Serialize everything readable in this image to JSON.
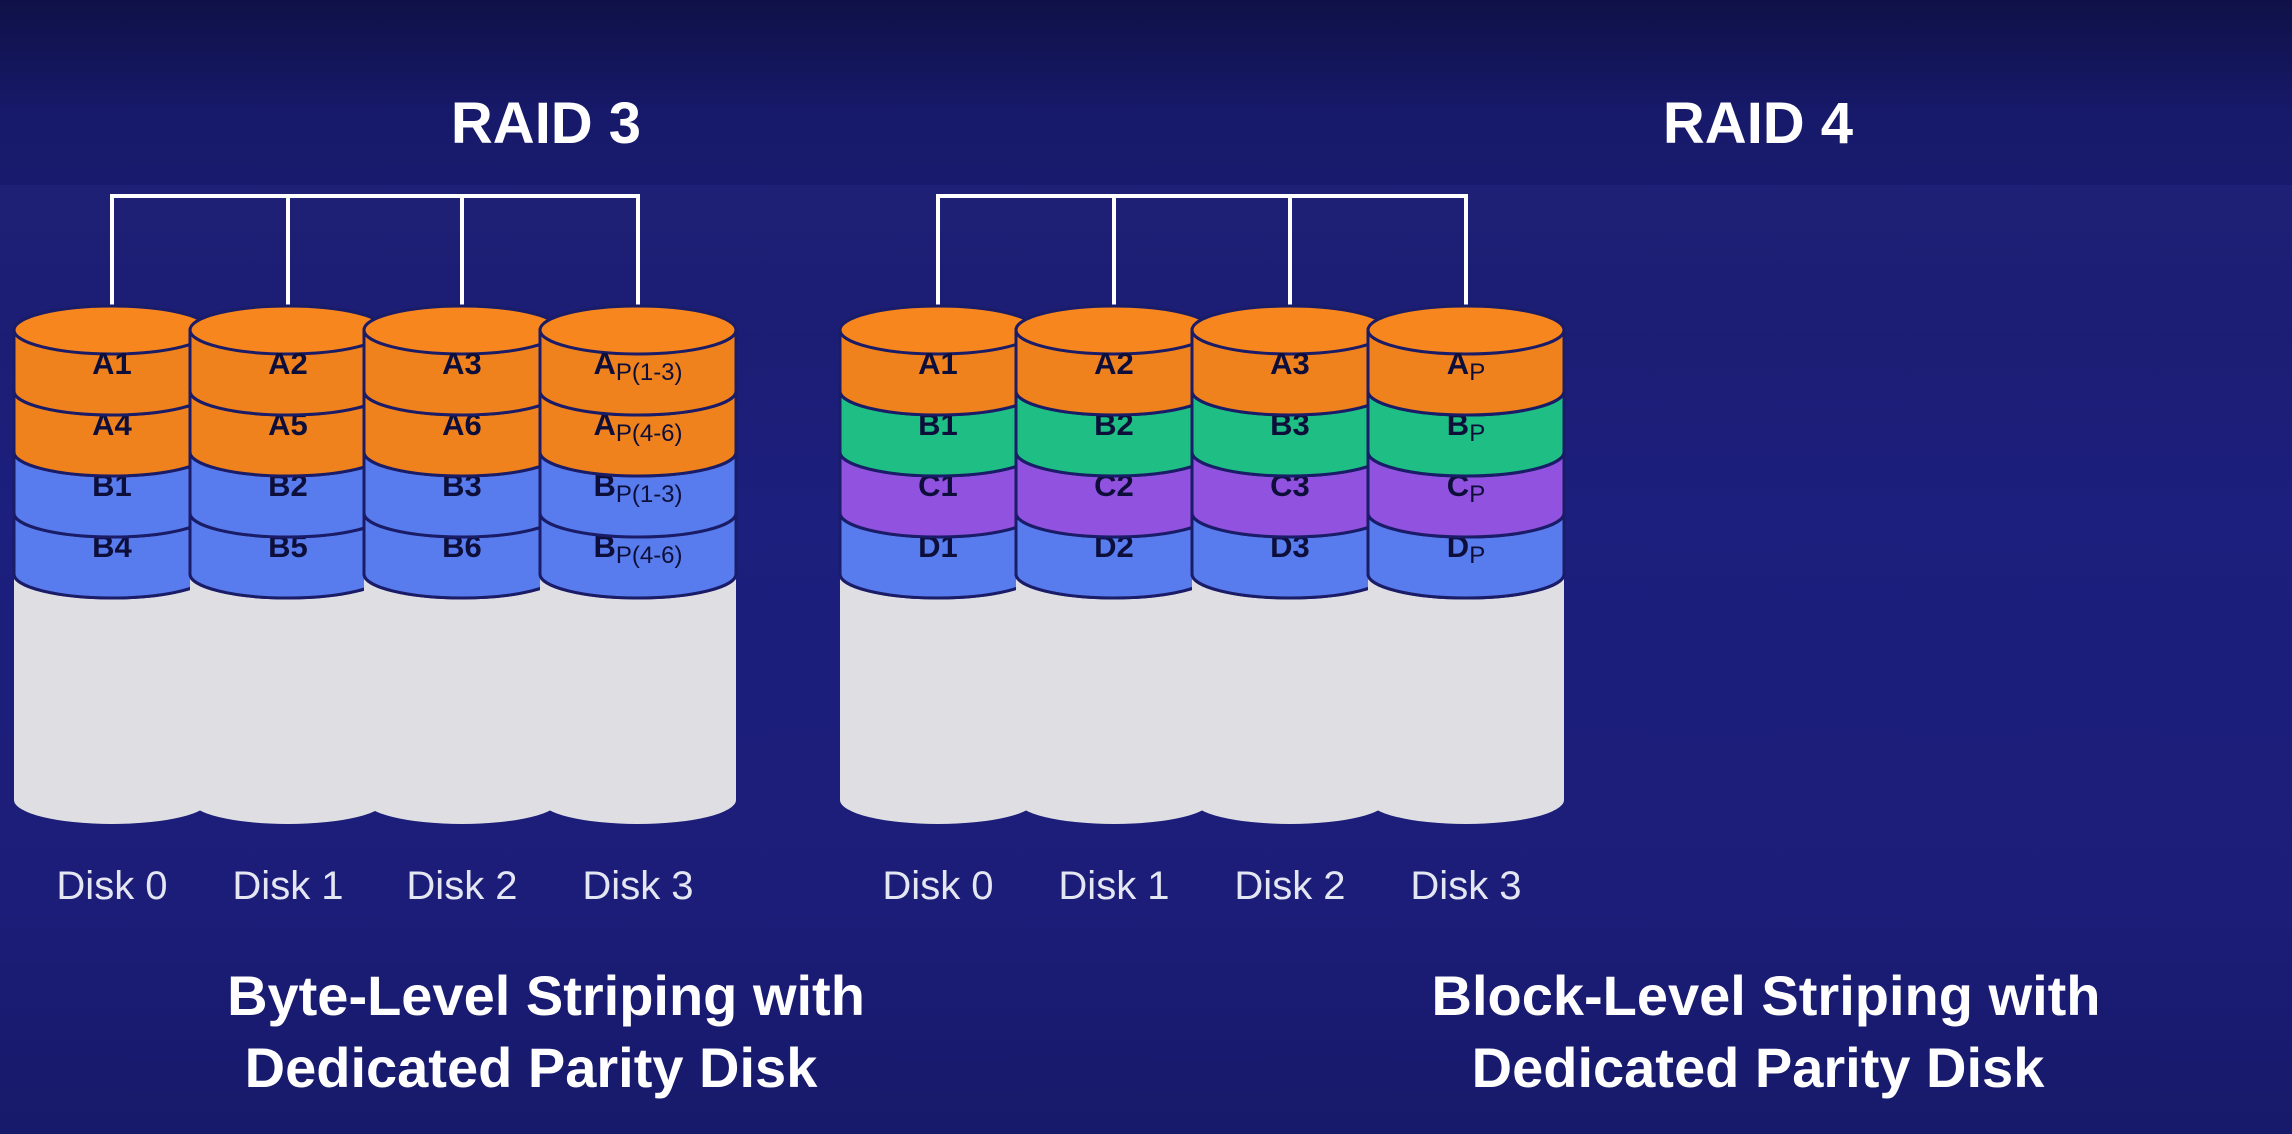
{
  "colors": {
    "A": "#f7861e",
    "B": "#5b80f4",
    "G": "#1fc488",
    "C": "#9455e6",
    "empty": "#dfdfe3",
    "bracket": "#ffffff"
  },
  "panels": [
    {
      "title": "RAID 3",
      "caption_line1": "Byte-Level Striping with",
      "caption_line2": "Dedicated Parity Disk",
      "disks": [
        {
          "label": "Disk 0",
          "slabs": [
            {
              "main": "A1",
              "sub": "",
              "color": "A"
            },
            {
              "main": "A4",
              "sub": "",
              "color": "A"
            },
            {
              "main": "B1",
              "sub": "",
              "color": "B"
            },
            {
              "main": "B4",
              "sub": "",
              "color": "B"
            }
          ]
        },
        {
          "label": "Disk 1",
          "slabs": [
            {
              "main": "A2",
              "sub": "",
              "color": "A"
            },
            {
              "main": "A5",
              "sub": "",
              "color": "A"
            },
            {
              "main": "B2",
              "sub": "",
              "color": "B"
            },
            {
              "main": "B5",
              "sub": "",
              "color": "B"
            }
          ]
        },
        {
          "label": "Disk 2",
          "slabs": [
            {
              "main": "A3",
              "sub": "",
              "color": "A"
            },
            {
              "main": "A6",
              "sub": "",
              "color": "A"
            },
            {
              "main": "B3",
              "sub": "",
              "color": "B"
            },
            {
              "main": "B6",
              "sub": "",
              "color": "B"
            }
          ]
        },
        {
          "label": "Disk 3",
          "slabs": [
            {
              "main": "A",
              "sub": "P(1-3)",
              "color": "A"
            },
            {
              "main": "A",
              "sub": "P(4-6)",
              "color": "A"
            },
            {
              "main": "B",
              "sub": "P(1-3)",
              "color": "B"
            },
            {
              "main": "B",
              "sub": "P(4-6)",
              "color": "B"
            }
          ]
        }
      ]
    },
    {
      "title": "RAID 4",
      "caption_line1": "Block-Level Striping with",
      "caption_line2": "Dedicated Parity Disk",
      "disks": [
        {
          "label": "Disk 0",
          "slabs": [
            {
              "main": "A1",
              "sub": "",
              "color": "A"
            },
            {
              "main": "B1",
              "sub": "",
              "color": "G"
            },
            {
              "main": "C1",
              "sub": "",
              "color": "C"
            },
            {
              "main": "D1",
              "sub": "",
              "color": "B"
            }
          ]
        },
        {
          "label": "Disk 1",
          "slabs": [
            {
              "main": "A2",
              "sub": "",
              "color": "A"
            },
            {
              "main": "B2",
              "sub": "",
              "color": "G"
            },
            {
              "main": "C2",
              "sub": "",
              "color": "C"
            },
            {
              "main": "D2",
              "sub": "",
              "color": "B"
            }
          ]
        },
        {
          "label": "Disk 2",
          "slabs": [
            {
              "main": "A3",
              "sub": "",
              "color": "A"
            },
            {
              "main": "B3",
              "sub": "",
              "color": "G"
            },
            {
              "main": "C3",
              "sub": "",
              "color": "C"
            },
            {
              "main": "D3",
              "sub": "",
              "color": "B"
            }
          ]
        },
        {
          "label": "Disk 3",
          "slabs": [
            {
              "main": "A",
              "sub": "P",
              "color": "A"
            },
            {
              "main": "B",
              "sub": "P",
              "color": "G"
            },
            {
              "main": "C",
              "sub": "P",
              "color": "C"
            },
            {
              "main": "D",
              "sub": "P",
              "color": "B"
            }
          ]
        }
      ]
    }
  ]
}
